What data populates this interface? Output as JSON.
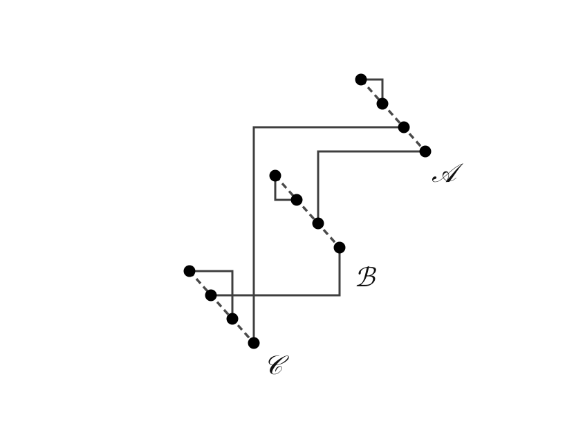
{
  "groups": [
    {
      "id": "A",
      "label": "𝒜"
    },
    {
      "id": "B",
      "label": "ℬ"
    },
    {
      "id": "C",
      "label": "𝒞"
    }
  ],
  "colors": {
    "node": "#000000",
    "edge": "#3f3f3f",
    "dashed": "#4a4a4a",
    "background": "#ffffff"
  }
}
